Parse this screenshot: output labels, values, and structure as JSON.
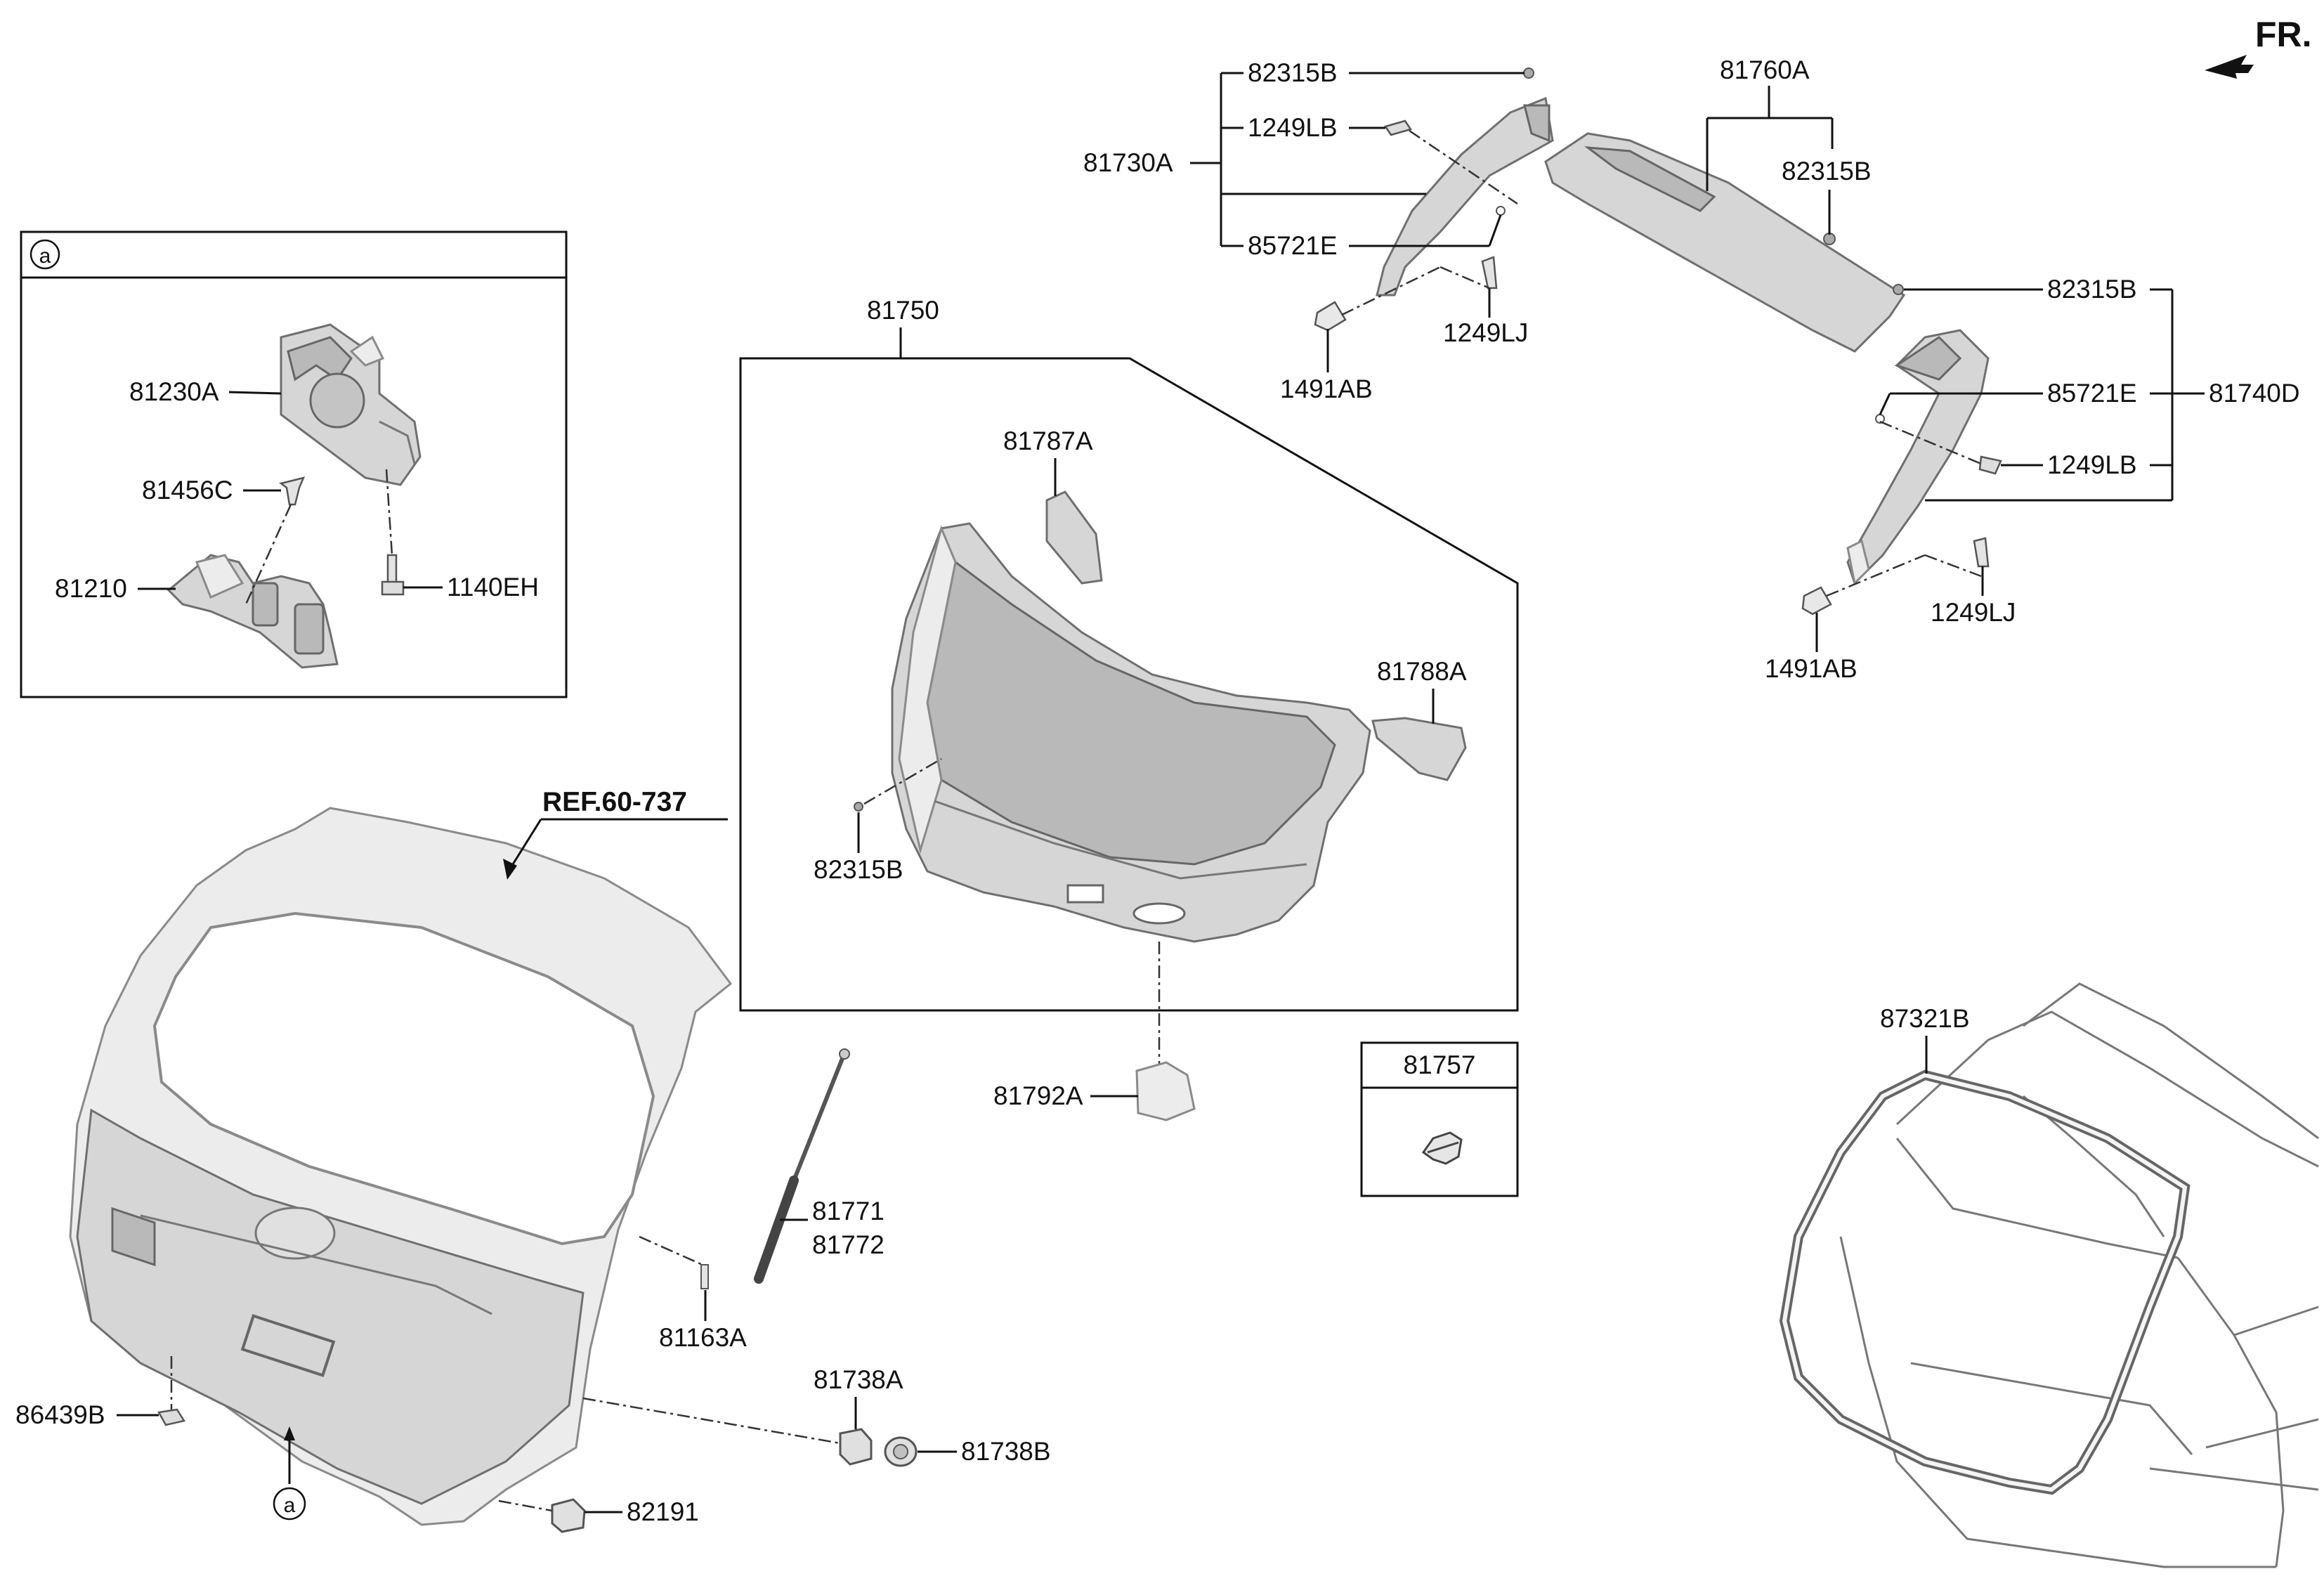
{
  "direction": {
    "label": "FR."
  },
  "inset": {
    "marker": "a",
    "parts": [
      "81230A",
      "81456C",
      "81210",
      "1140EH"
    ]
  },
  "upper_trim": {
    "left": [
      "82315B",
      "1249LB",
      "81730A",
      "85721E",
      "1249LJ",
      "1491AB"
    ],
    "center": [
      "81760A",
      "82315B"
    ],
    "right": [
      "82315B",
      "85721E",
      "81740D",
      "1249LB",
      "1249LJ",
      "1491AB"
    ]
  },
  "tailgate_trim": {
    "group": "81750",
    "parts": [
      "81787A",
      "81788A",
      "82315B"
    ],
    "below": "81792A"
  },
  "clip_box": {
    "part": "81757"
  },
  "tailgate": {
    "ref": "REF.60-737",
    "parts": [
      "81771",
      "81772",
      "81163A",
      "86439B",
      "81738A",
      "81738B",
      "82191"
    ],
    "marker": "a"
  },
  "weatherstrip": {
    "part": "87321B"
  }
}
